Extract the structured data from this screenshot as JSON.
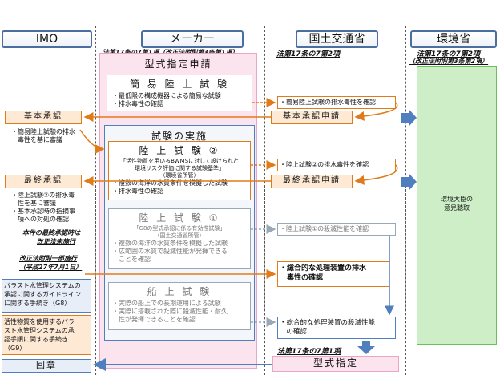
{
  "headers": {
    "imo": "IMO",
    "maker": "メーカー",
    "mlit": "国土交通省",
    "env": "環境省"
  },
  "law_refs": {
    "maker_top": "法第17条の7第1項（改正法附則第3条第1項）",
    "mlit_top": "法第17条の7第2項",
    "env_top_1": "法第17条の7第2項",
    "env_top_2": "（改正法附則第3条第2項）",
    "mlit_bottom": "法第17条の7第1項"
  },
  "maker": {
    "type_approval_app": "型式指定申請",
    "simple_test_title": "簡 易 陸 上 試 験",
    "simple_test_items": [
      "・最低限の構成機器による簡易な試験",
      "・排水毒性の確認"
    ],
    "exam_title": "試験の実施",
    "land2_title": "陸 上 試 験 ②",
    "land2_ref_1": "「活性物質を用いるBWMSに対して設けられた",
    "land2_ref_2": "環境リスク評価に関する試験基準」",
    "land2_ref_3": "（環境省所管）",
    "land2_items": [
      "・複数の海洋の水質条件を模擬した試験",
      "・排水毒性の確認"
    ],
    "land1_title": "陸 上 試 験 ①",
    "land1_ref_1": "「G8の型式承認に係る有効性試験」",
    "land1_ref_2": "（国土交通省所管）",
    "land1_items": [
      "・複数の海洋の水質条件を模擬した試験",
      "・広範囲の水質で殺滅性能が発揮できる",
      "　ことを確認"
    ],
    "ship_title": "船 上 試 験",
    "ship_items": [
      "・実際の船上での長期運用による試験",
      "・実際に搭載された際に殺滅性能・耐久",
      "　性が発揮できることを確認"
    ]
  },
  "mlit": {
    "simple_check": "・簡易陸上試験の排水毒性を確認",
    "basic_app": "基本承認申請",
    "land2_check": "・陸上試験②の排水毒性を確認",
    "final_app": "最終承認申請",
    "land1_check": "・陸上試験①の殺滅性能を確認",
    "overall_tox": [
      "・総合的な処理装置の排水",
      "　毒性の確認"
    ],
    "overall_kill": [
      "・総合的な処理装置の殺滅性能",
      "　の確認"
    ],
    "type_designation": "型式指定"
  },
  "imo": {
    "basic_title": "基本承認",
    "basic_items": [
      "・簡易陸上試験の排水",
      "　毒性を基に審議"
    ],
    "final_title": "最終承認",
    "final_items": [
      "・陸上試験②の排水毒",
      "　性を基に審議",
      "・基本承認時の指摘事",
      "　項への対処の確認"
    ],
    "note_1": "本件の最終承認時は",
    "note_2": "改正法未施行",
    "enact_1": "改正法附則一部施行",
    "enact_2": "（平成27年7月1日）",
    "g8": [
      "バラスト水管理システムの",
      "承認に関するガイドライン",
      "に関する手続き（G8）"
    ],
    "g9": [
      "活性物質を使用するバラ",
      "スト水管理システムの承",
      "認手順に関する手続き",
      "（G9）"
    ],
    "reply": "回章"
  },
  "env": {
    "opinion_1": "環境大臣の",
    "opinion_2": "意見聴取"
  },
  "colors": {
    "orange": "#e07b1a",
    "blue": "#4f7fbf",
    "pink": "#fce4ef",
    "green": "#cdeec6",
    "orange_fill": "#fde9d4"
  }
}
